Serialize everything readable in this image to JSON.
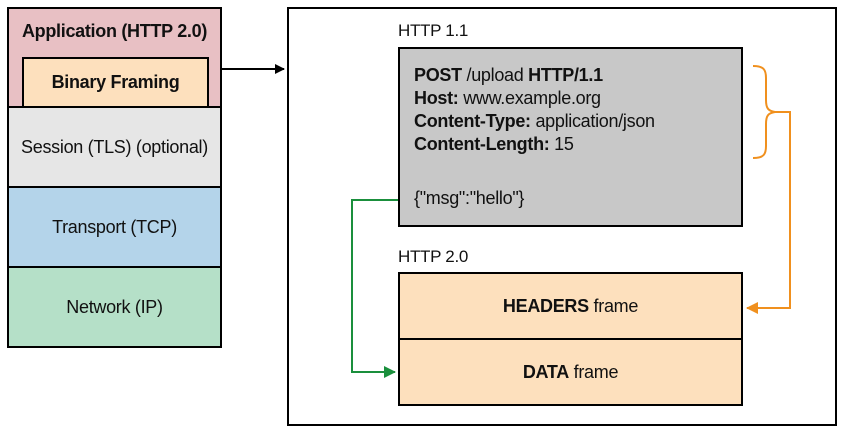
{
  "stack": {
    "application_label": "Application (HTTP 2.0)",
    "binary_framing_label": "Binary Framing",
    "session_label": "Session (TLS) (optional)",
    "transport_label": "Transport (TCP)",
    "network_label": "Network (IP)"
  },
  "http11": {
    "title": "HTTP 1.1",
    "line1_method": "POST",
    "line1_path": " /upload ",
    "line1_version": "HTTP/1.1",
    "line2_key": "Host:",
    "line2_value": " www.example.org",
    "line3_key": "Content-Type:",
    "line3_value": " application/json",
    "line4_key": "Content-Length:",
    "line4_value": " 15",
    "body": "{\"msg\":\"hello\"}"
  },
  "http2": {
    "title": "HTTP 2.0",
    "headers_frame_type": "HEADERS",
    "headers_frame_suffix": " frame",
    "data_frame_type": "DATA",
    "data_frame_suffix": " frame"
  },
  "colors": {
    "application": "#e8c0c4",
    "binary_framing": "#fde0bd",
    "session": "#e6e6e6",
    "transport": "#b4d4ea",
    "network": "#b5e0c8",
    "request_box": "#c8c8c8",
    "frame": "#fde0bd",
    "orange_arrow": "#f0901e",
    "green_arrow": "#1a8f3c"
  }
}
